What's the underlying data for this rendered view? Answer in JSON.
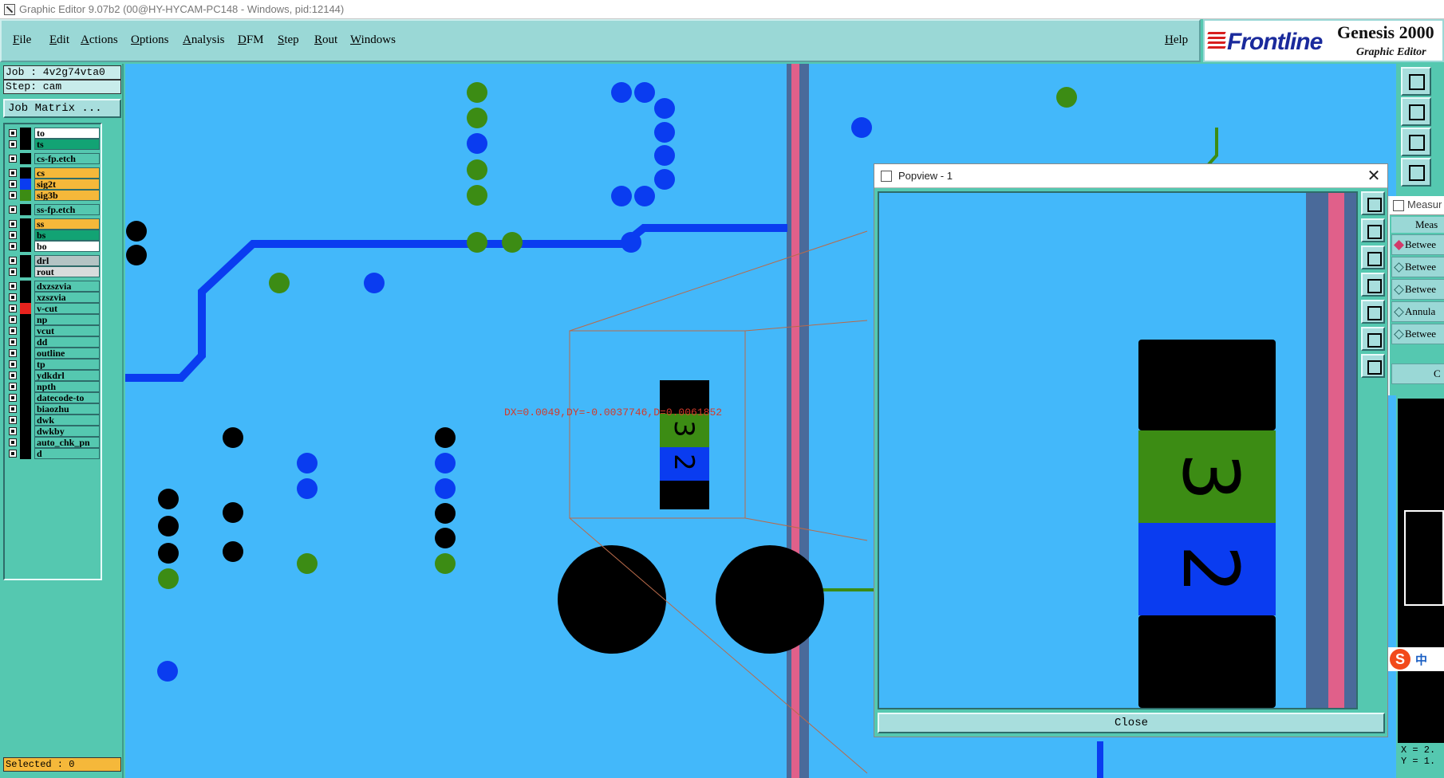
{
  "titlebar": {
    "text": "Graphic Editor 9.07b2 (00@HY-HYCAM-PC148 - Windows, pid:12144)"
  },
  "menu": {
    "items": [
      "File",
      "Edit",
      "Actions",
      "Options",
      "Analysis",
      "DFM",
      "Step",
      "Rout",
      "Windows"
    ],
    "help": "Help"
  },
  "brand": {
    "logo": "Frontline",
    "product": "Genesis 2000",
    "subtitle": "Graphic Editor"
  },
  "job": {
    "line": "Job : 4v2g74vta0",
    "step": "Step: cam",
    "matrix_button": "Job Matrix ..."
  },
  "layers": [
    {
      "name": "to",
      "color": "#000000",
      "fill": "#ffffff"
    },
    {
      "name": "ts",
      "color": "#000000",
      "fill": "#12a374"
    },
    {
      "name": "cs-fp.etch",
      "color": "#000000",
      "fill": "#55c8b0"
    },
    {
      "name": "cs",
      "color": "#000000",
      "fill": "#f5b83a"
    },
    {
      "name": "sig2t",
      "color": "#0a3cf0",
      "fill": "#f5b83a"
    },
    {
      "name": "sig3b",
      "color": "#3c8c14",
      "fill": "#f5b83a"
    },
    {
      "name": "ss-fp.etch",
      "color": "#000000",
      "fill": "#55c8b0"
    },
    {
      "name": "ss",
      "color": "#000000",
      "fill": "#f5b83a"
    },
    {
      "name": "bs",
      "color": "#000000",
      "fill": "#12a374"
    },
    {
      "name": "bo",
      "color": "#000000",
      "fill": "#ffffff"
    },
    {
      "name": "drl",
      "color": "#000000",
      "fill": "#b4c4c4"
    },
    {
      "name": "rout",
      "color": "#000000",
      "fill": "#d8dcdc"
    },
    {
      "name": "dxzszvia",
      "color": "#000000",
      "fill": "#55c8b0"
    },
    {
      "name": "xzszvia",
      "color": "#000000",
      "fill": "#55c8b0"
    },
    {
      "name": "v-cut",
      "color": "#e8231e",
      "fill": "#55c8b0"
    },
    {
      "name": "np",
      "color": "#000000",
      "fill": "#55c8b0"
    },
    {
      "name": "vcut",
      "color": "#000000",
      "fill": "#55c8b0"
    },
    {
      "name": "dd",
      "color": "#000000",
      "fill": "#55c8b0"
    },
    {
      "name": "outline",
      "color": "#000000",
      "fill": "#55c8b0"
    },
    {
      "name": "tp",
      "color": "#000000",
      "fill": "#55c8b0"
    },
    {
      "name": "ydkdrl",
      "color": "#000000",
      "fill": "#55c8b0"
    },
    {
      "name": "npth",
      "color": "#000000",
      "fill": "#55c8b0"
    },
    {
      "name": "datecode-to",
      "color": "#000000",
      "fill": "#55c8b0"
    },
    {
      "name": "biaozhu",
      "color": "#000000",
      "fill": "#55c8b0"
    },
    {
      "name": "dwk",
      "color": "#000000",
      "fill": "#55c8b0"
    },
    {
      "name": "dwkby",
      "color": "#000000",
      "fill": "#55c8b0"
    },
    {
      "name": "auto_chk_pn",
      "color": "#000000",
      "fill": "#55c8b0"
    },
    {
      "name": "d",
      "color": "#000000",
      "fill": "#55c8b0"
    }
  ],
  "selected": "Selected : 0",
  "measurement": {
    "readout": "DX=0.0049,DY=-0.0037746,D=0.0061852"
  },
  "popview": {
    "title": "Popview - 1",
    "close_label": "Close",
    "digit_top": "3",
    "digit_bottom": "2"
  },
  "measure_panel": {
    "title": "Measur",
    "header": "Meas",
    "options": [
      "Betwee",
      "Betwee",
      "Betwee",
      "Annula",
      "Betwee"
    ],
    "extra": "C"
  },
  "ime": {
    "lang": "中"
  },
  "coords": {
    "x": "X = 2.",
    "y": "Y = 1."
  },
  "colors": {
    "canvas_bg": "#43b8fa",
    "ui_bg": "#55c8b0",
    "trace_blue": "#0a3cf0",
    "pad_green": "#3c8c14",
    "pad_black": "#000000",
    "vcut_pink": "#e0608a",
    "measure_red": "#d33a2a"
  }
}
